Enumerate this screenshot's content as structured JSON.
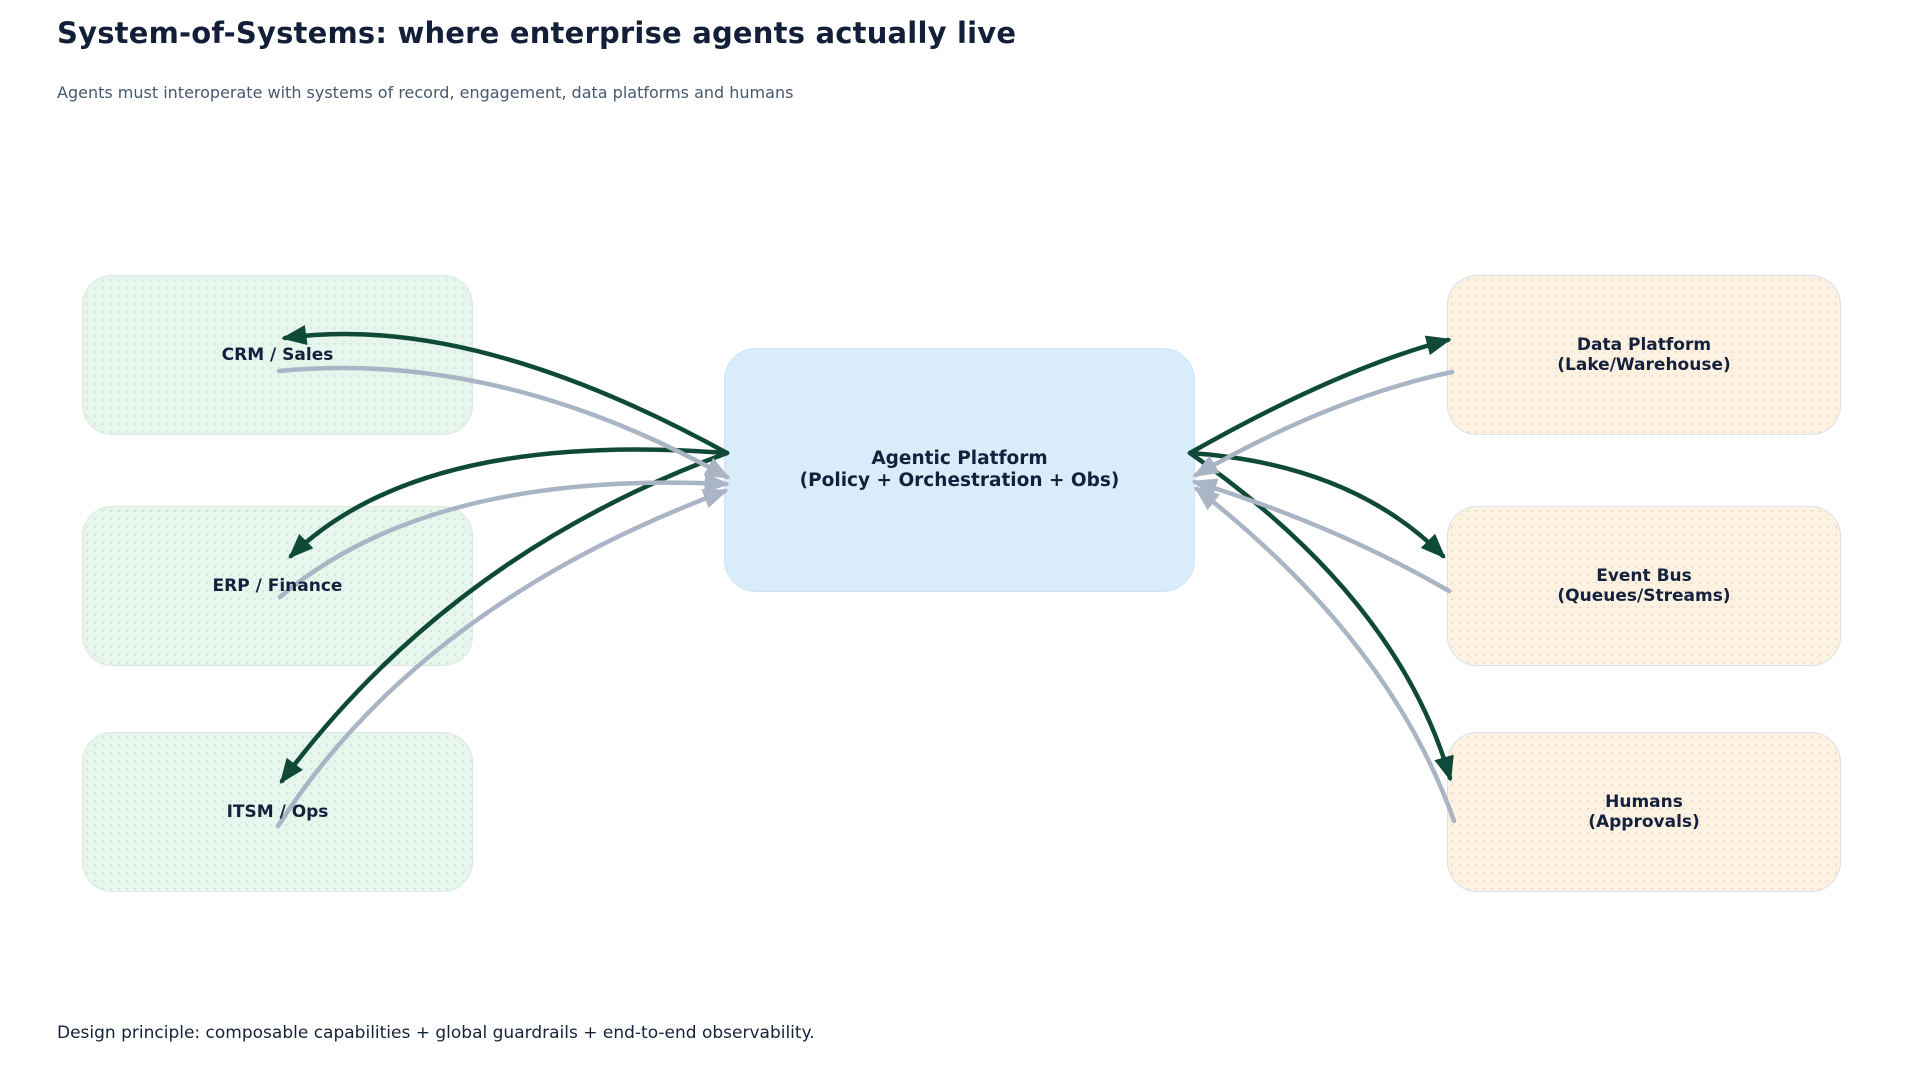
{
  "page": {
    "title": "System-of-Systems: where enterprise agents actually live",
    "subtitle": "Agents must interoperate with systems of record, engagement, data platforms and humans",
    "footer": "Design principle: composable capabilities + global guardrails + end-to-end observability."
  },
  "nodes": {
    "left": [
      {
        "label": "CRM / Sales"
      },
      {
        "label": "ERP / Finance"
      },
      {
        "label": "ITSM / Ops"
      }
    ],
    "center": {
      "line1": "Agentic Platform",
      "line2": "(Policy + Orchestration + Obs)"
    },
    "right": [
      {
        "line1": "Data Platform",
        "line2": "(Lake/Warehouse)"
      },
      {
        "line1": "Event Bus",
        "line2": "(Queues/Streams)"
      },
      {
        "line1": "Humans",
        "line2": "(Approvals)"
      }
    ]
  },
  "edges": [
    {
      "from": "Agentic Platform",
      "to": "CRM / Sales",
      "style": "outbound"
    },
    {
      "from": "CRM / Sales",
      "to": "Agentic Platform",
      "style": "inbound"
    },
    {
      "from": "Agentic Platform",
      "to": "ERP / Finance",
      "style": "outbound"
    },
    {
      "from": "ERP / Finance",
      "to": "Agentic Platform",
      "style": "inbound"
    },
    {
      "from": "Agentic Platform",
      "to": "ITSM / Ops",
      "style": "outbound"
    },
    {
      "from": "ITSM / Ops",
      "to": "Agentic Platform",
      "style": "inbound"
    },
    {
      "from": "Agentic Platform",
      "to": "Data Platform (Lake/Warehouse)",
      "style": "outbound"
    },
    {
      "from": "Data Platform (Lake/Warehouse)",
      "to": "Agentic Platform",
      "style": "inbound"
    },
    {
      "from": "Agentic Platform",
      "to": "Event Bus (Queues/Streams)",
      "style": "outbound"
    },
    {
      "from": "Event Bus (Queues/Streams)",
      "to": "Agentic Platform",
      "style": "inbound"
    },
    {
      "from": "Agentic Platform",
      "to": "Humans (Approvals)",
      "style": "outbound"
    },
    {
      "from": "Humans (Approvals)",
      "to": "Agentic Platform",
      "style": "inbound"
    }
  ],
  "colors": {
    "outbound_arrow": "#0f4a39",
    "inbound_arrow": "#a9b5c4",
    "left_node_fill": "#e6f6ed",
    "center_node_fill": "#d9ecfa",
    "right_node_fill": "#fdf1e2",
    "heading_text": "#131e38",
    "subtitle_text": "#46586e",
    "label_text": "#14213d"
  }
}
